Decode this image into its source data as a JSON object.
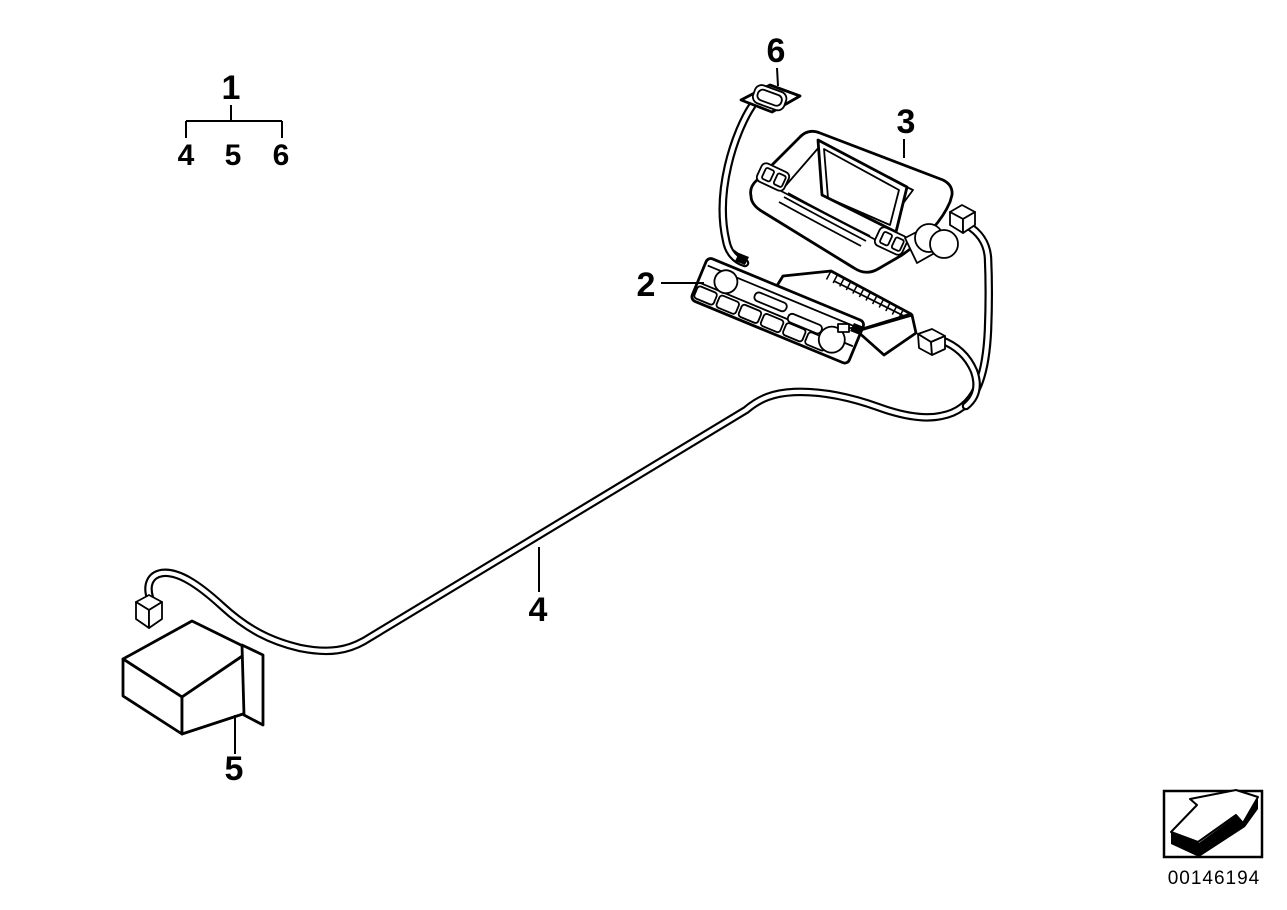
{
  "page": {
    "background": "#ffffff",
    "line_color": "#000000"
  },
  "legend": {
    "group_label": "1",
    "members": [
      "4",
      "5",
      "6"
    ]
  },
  "callouts": {
    "antenna_connector": "6",
    "display_unit": "3",
    "control_panel": "2",
    "wiring_harness": "4",
    "control_module": "5"
  },
  "stamp": {
    "part_number": "00146194",
    "icon": "direction-arrow-icon"
  }
}
